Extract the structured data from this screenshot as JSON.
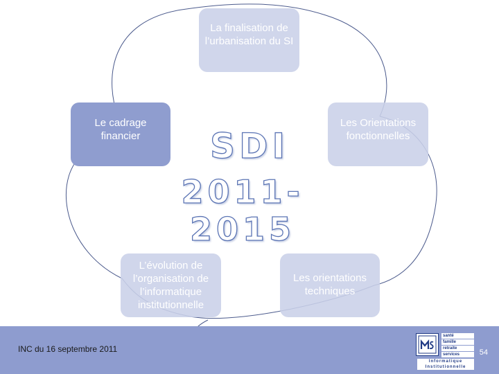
{
  "diagram": {
    "title": "SDI",
    "years": "2011-2015",
    "items": [
      {
        "label": "La finalisation de l’urbanisation du SI"
      },
      {
        "label": "Le cadrage financier"
      },
      {
        "label": "Les Orientations fonctionnelles"
      },
      {
        "label": "L’évolution de l’organisation de l’informatique institutionnelle"
      },
      {
        "label": "Les orientations techniques"
      }
    ]
  },
  "footer": {
    "date": "INC du 16 septembre 2011",
    "page_number": "54",
    "logo": {
      "mark": "msa",
      "lines": [
        "santé",
        "famille",
        "retraite",
        "services"
      ],
      "subtitle": "Informatique Institutionnelle"
    }
  },
  "colors": {
    "box_light": "#c9d0e8",
    "box_dark": "#8f9dcf",
    "title_outline": "#5b74b4",
    "footer_band": "#8e9ccf",
    "petal_line": "#4b5a8c",
    "logo_blue": "#203a85"
  }
}
